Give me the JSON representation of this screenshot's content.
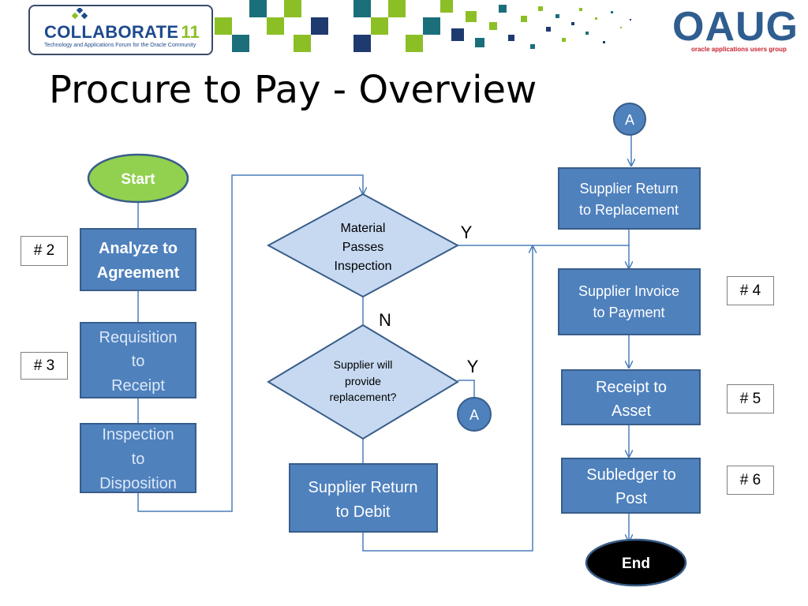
{
  "header": {
    "logo_title": "COLLABORATE",
    "logo_number": "11",
    "logo_tagline": "Technology and Applications Forum for the Oracle Community",
    "title": "Procure to Pay - Overview",
    "oaug_logo": "OAUG",
    "oaug_tagline": "oracle applications users group"
  },
  "flow": {
    "start": "Start",
    "end": "End",
    "analyze": [
      "Analyze to",
      "Agreement"
    ],
    "requisition": [
      "Requisition",
      "to",
      "Receipt"
    ],
    "inspection": [
      "Inspection",
      "to",
      "Disposition"
    ],
    "material_passes": [
      "Material",
      "Passes",
      "Inspection"
    ],
    "supplier_replacement_q": [
      "Supplier will",
      "provide",
      "replacement?"
    ],
    "supplier_return_debit": [
      "Supplier Return",
      "to Debit"
    ],
    "supplier_return_replacement": [
      "Supplier Return",
      "to Replacement"
    ],
    "supplier_invoice": [
      "Supplier Invoice",
      "to Payment"
    ],
    "receipt_asset": [
      "Receipt to",
      "Asset"
    ],
    "subledger": [
      "Subledger to",
      "Post"
    ],
    "connector_a": "A",
    "yes_label": "Y",
    "no_label": "N"
  },
  "tags": {
    "t2": "# 2",
    "t3": "# 3",
    "t4": "# 4",
    "t5": "# 5",
    "t6": "# 6"
  },
  "colors": {
    "box_fill": "#4f81bd",
    "box_stroke": "#385d8a",
    "diamond_fill": "#c6d9f1",
    "start_fill": "#92d050",
    "end_fill": "#000000",
    "line": "#4a7ebb",
    "accent_green": "#8cbf26",
    "accent_teal": "#1b6f7a",
    "accent_navy": "#1e3a6e"
  }
}
